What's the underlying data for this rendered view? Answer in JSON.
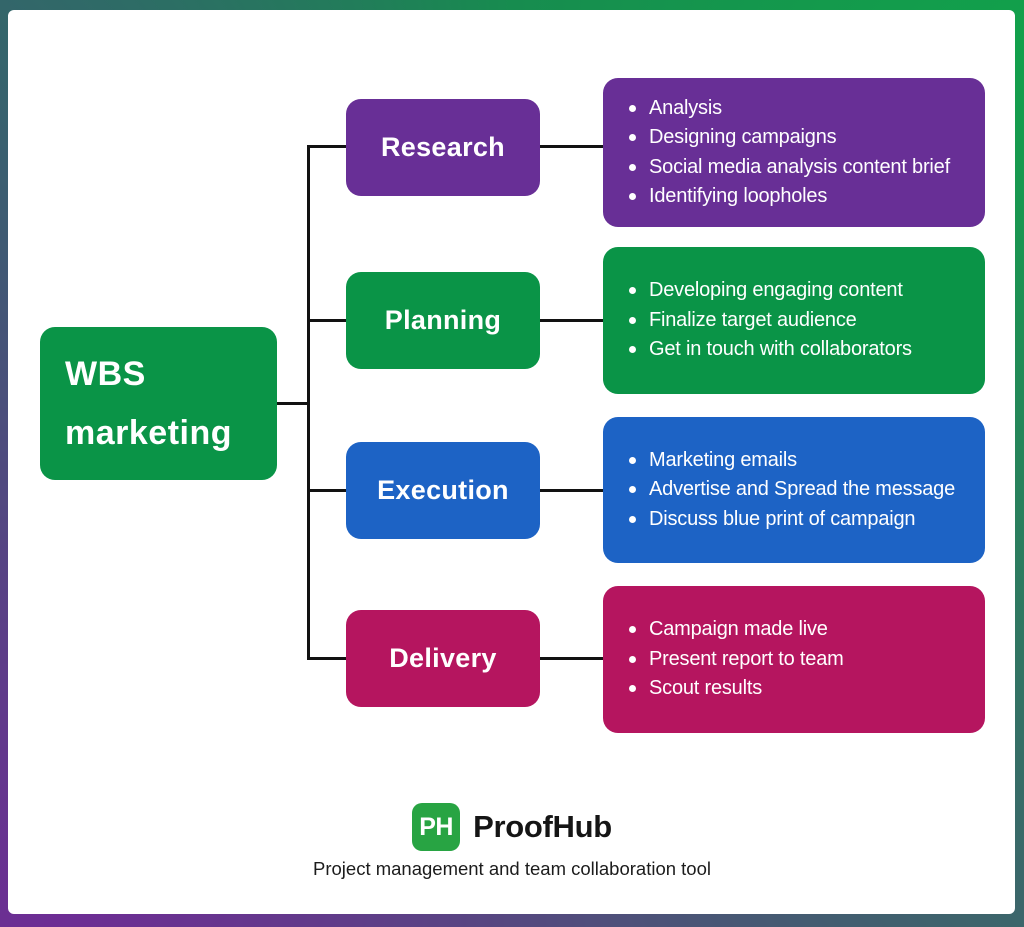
{
  "frame": {
    "top_mid": "#178c4f",
    "top_right": "#12a04b",
    "bottom_right": "#40606e",
    "bottom_left": "#6d2d94",
    "top_left": "#2f6a67"
  },
  "diagram": {
    "connector_color": "#121212",
    "root": {
      "label": "WBS marketing",
      "line1": "WBS",
      "line2": "marketing",
      "color": "#0a9447"
    },
    "branches": [
      {
        "label": "Research",
        "color": "#682f96",
        "items": [
          "Analysis",
          "Designing campaigns",
          "Social media analysis content brief",
          "Identifying loopholes"
        ]
      },
      {
        "label": "Planning",
        "color": "#0a9447",
        "items": [
          "Developing engaging content",
          "Finalize target audience",
          "Get in touch with collaborators"
        ]
      },
      {
        "label": "Execution",
        "color": "#1d63c5",
        "items": [
          "Marketing emails",
          "Advertise and Spread the message",
          "Discuss blue print of campaign"
        ]
      },
      {
        "label": "Delivery",
        "color": "#b5155f",
        "items": [
          "Campaign made live",
          "Present report to team",
          "Scout results"
        ]
      }
    ]
  },
  "footer": {
    "logo_monogram": "PH",
    "logo_color": "#28a443",
    "brand": "ProofHub",
    "tagline": "Project management and team collaboration tool"
  }
}
